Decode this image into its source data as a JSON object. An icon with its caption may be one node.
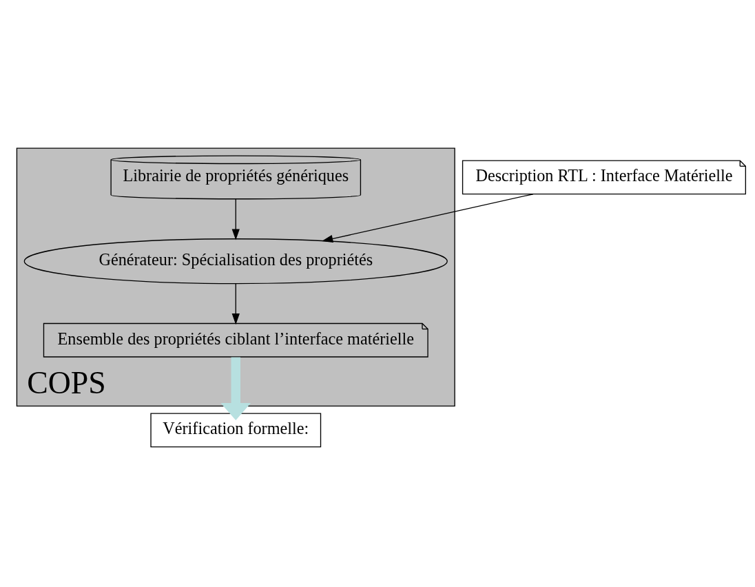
{
  "diagram": {
    "nodes": [
      {
        "text": [
          "COPS"
        ]
      },
      {
        "text": [
          "Librairie de propriétés génériques"
        ],
        "in": 0
      },
      {
        "text": [
          "Description RTL : Interface Matérielle"
        ]
      },
      {
        "text": [
          "Générateur: Spécialisation des propriétés"
        ],
        "in": 0
      },
      {
        "text": [
          "Ensemble des propriétés ciblant l’interface matérielle"
        ],
        "in": 0
      },
      {
        "text": [
          "Vérification formelle:"
        ]
      }
    ],
    "edges": [
      {
        "from": 1,
        "to": 3,
        "arrow": "to"
      },
      {
        "from": 2,
        "to": 3,
        "arrow": "to"
      },
      {
        "from": 3,
        "to": 4,
        "arrow": "to"
      },
      {
        "from": 4,
        "to": 5,
        "arrow": "to",
        "style": "thick",
        "color": "#b7e0e0"
      }
    ]
  }
}
